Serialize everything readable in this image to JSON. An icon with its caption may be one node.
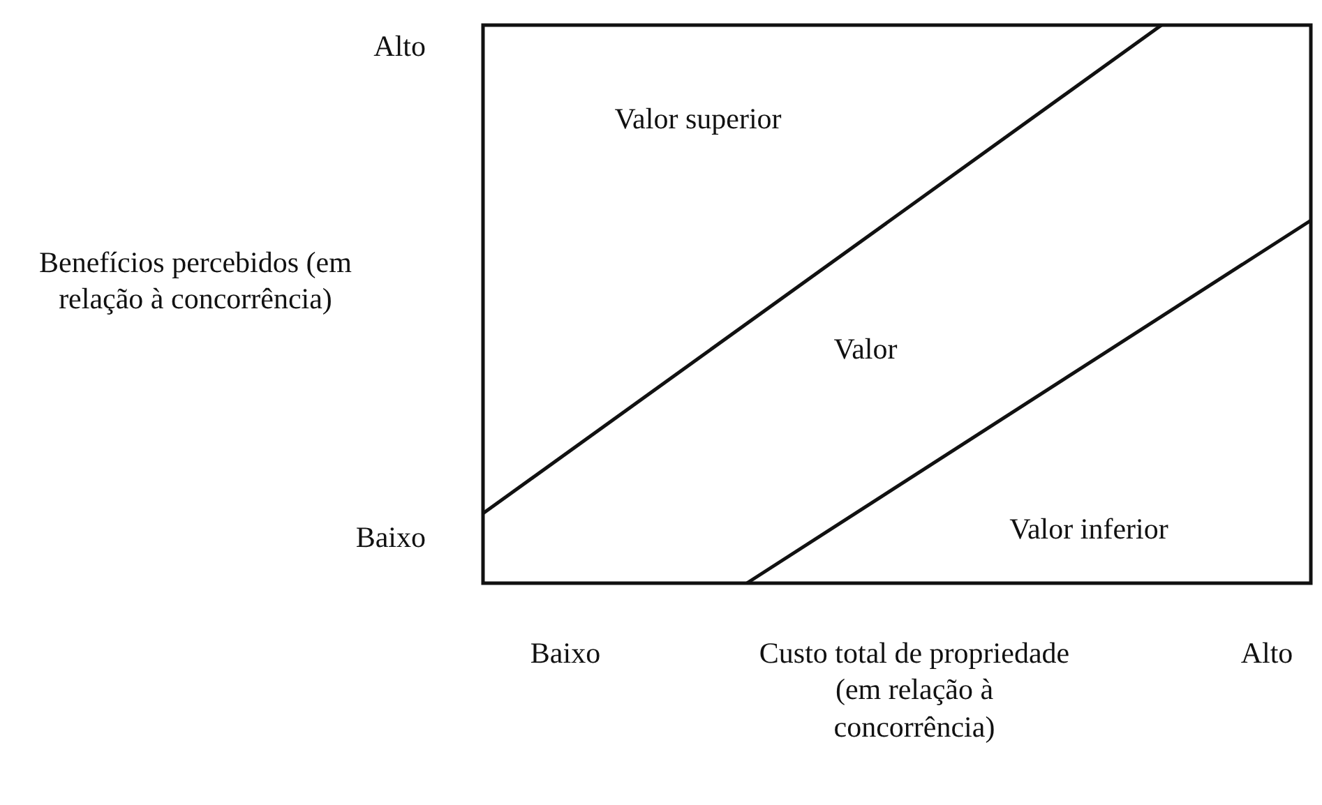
{
  "diagram": {
    "labels": [
      "Alto",
      "Benefícios percebidos (em relação à concorrência)",
      "Valor superior",
      "Valor",
      "Baixo",
      "Valor inferior",
      "Baixo",
      "Custo total de propriedade (em relação à concorrência)",
      "Alto"
    ]
  }
}
